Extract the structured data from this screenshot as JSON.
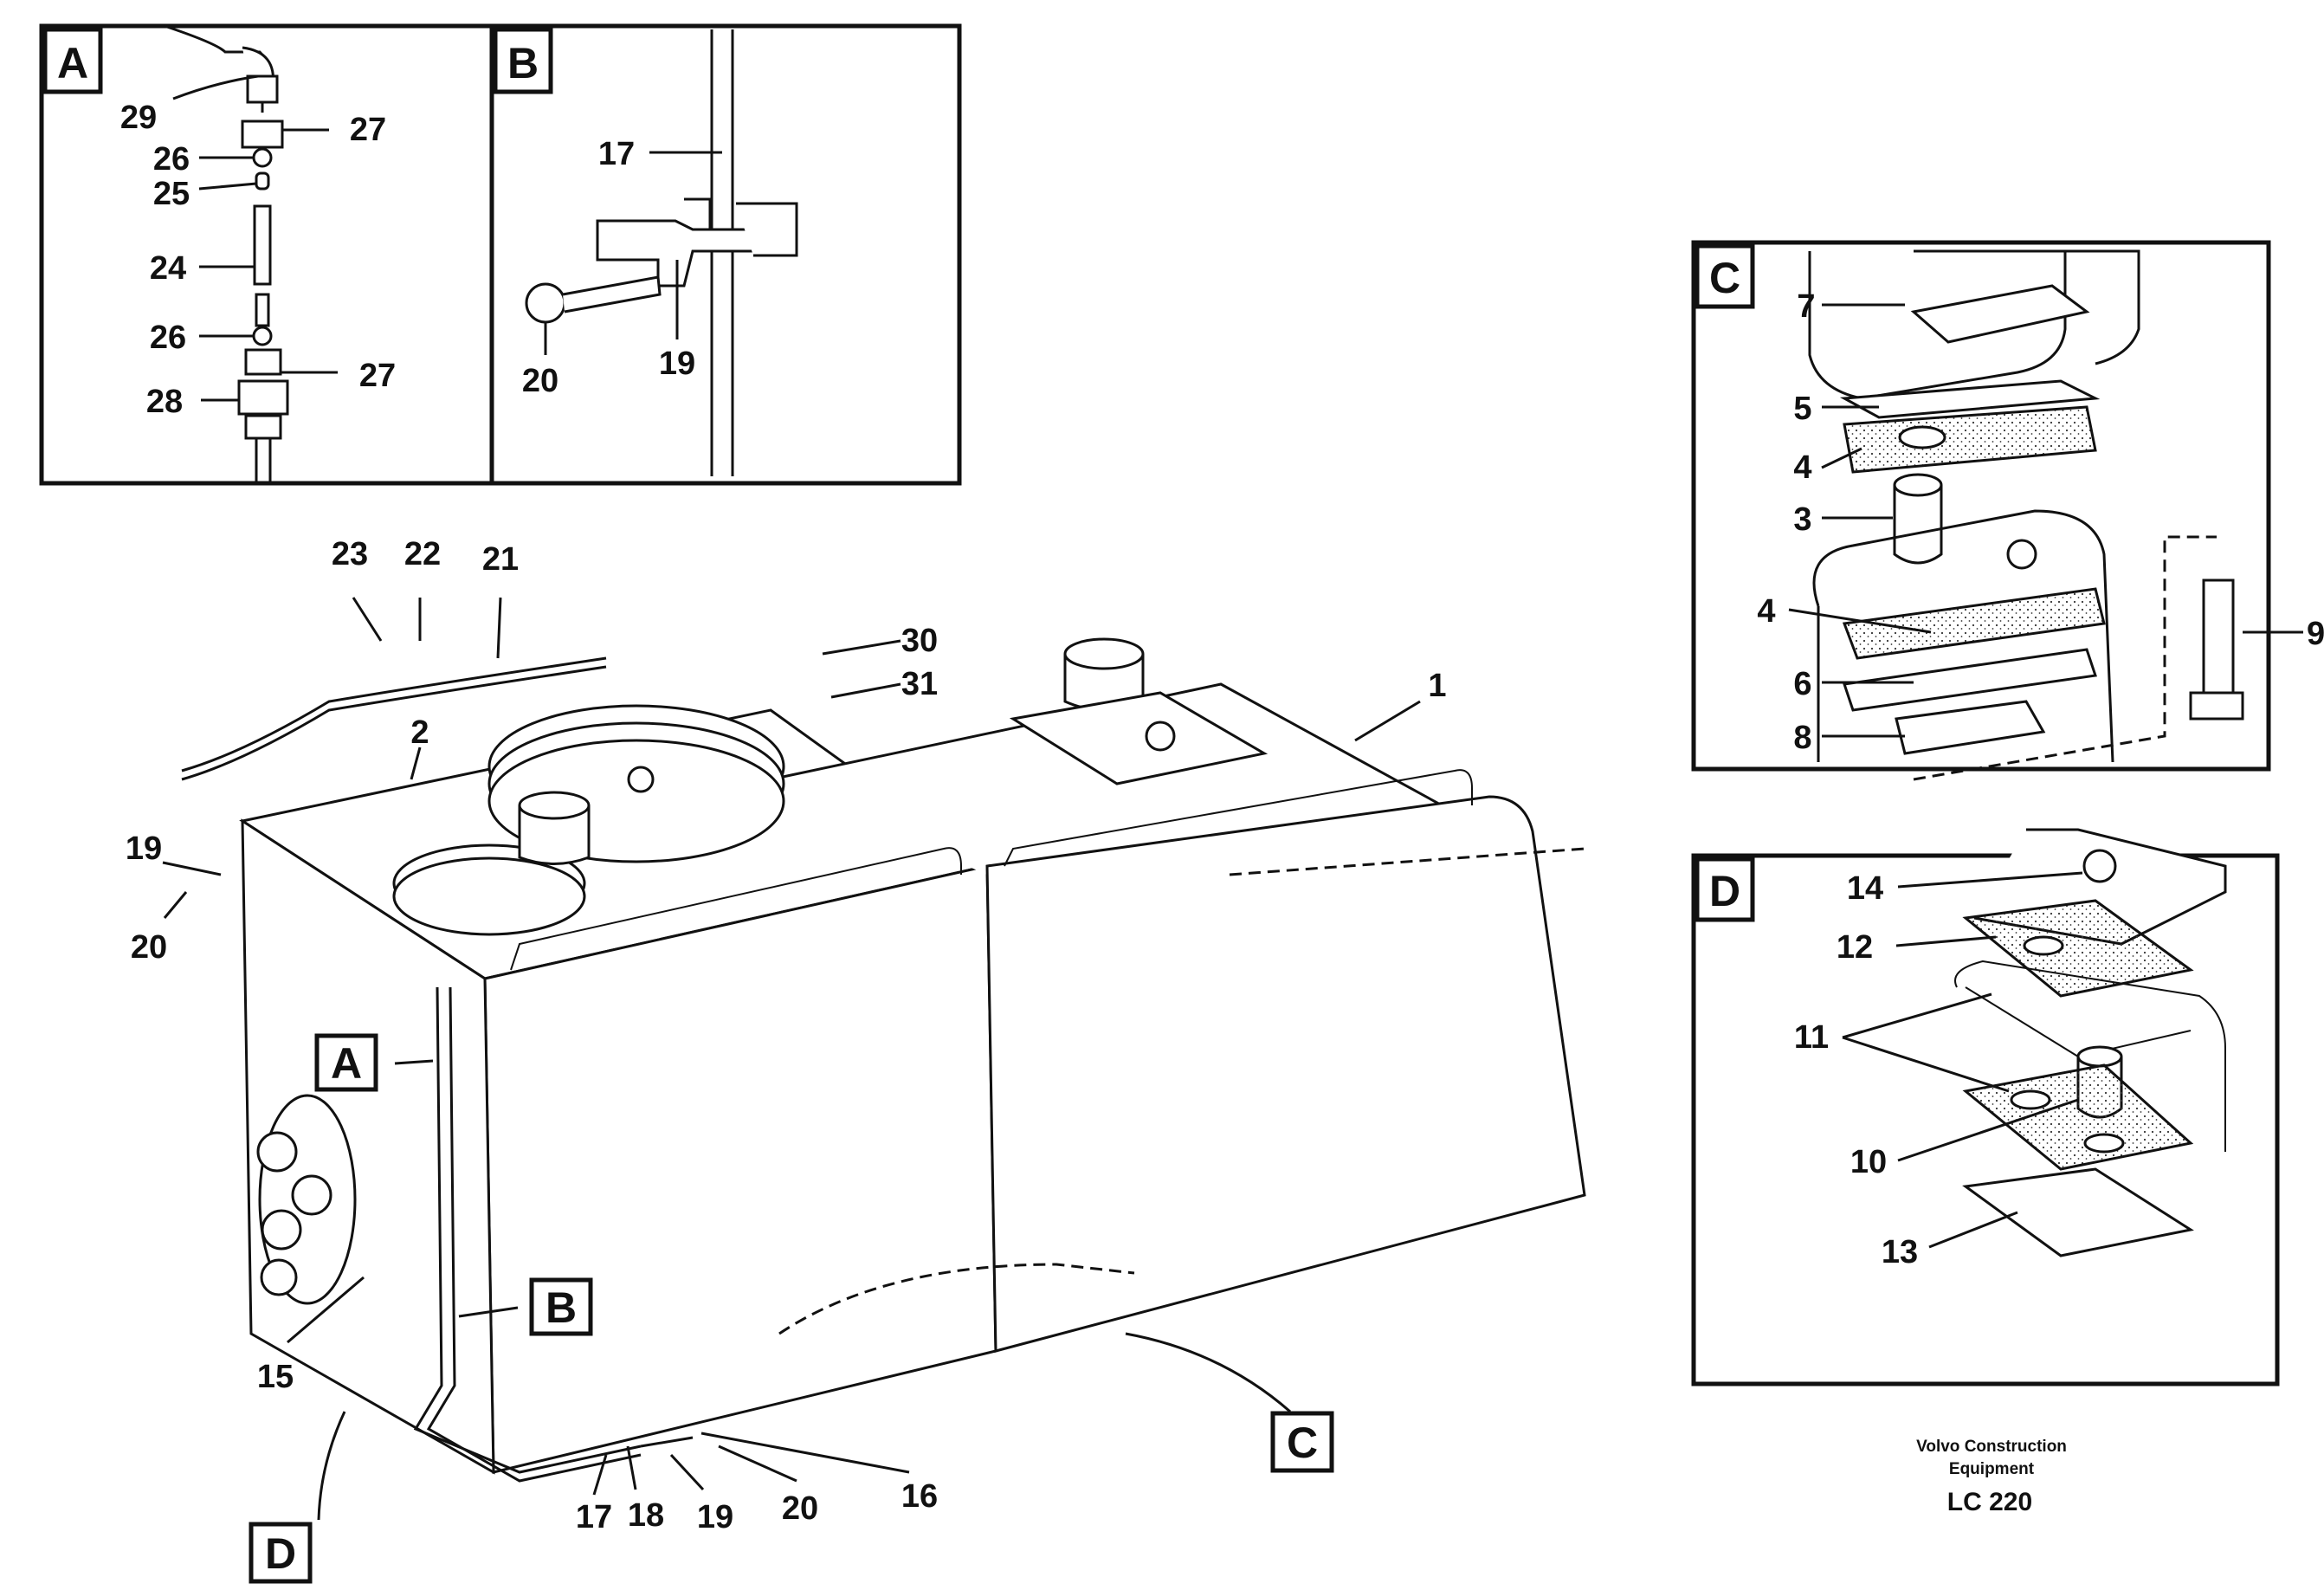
{
  "drawing": {
    "detail_tags": {
      "A": "A",
      "B": "B",
      "C": "C",
      "D": "D"
    },
    "main_view": {
      "callouts": [
        "1",
        "2",
        "15",
        "16",
        "17",
        "18",
        "19",
        "19",
        "20",
        "20",
        "21",
        "22",
        "23",
        "30",
        "31"
      ],
      "section_tags": [
        "A",
        "B",
        "C",
        "D"
      ]
    },
    "detail_a": {
      "callouts": [
        "29",
        "27",
        "26",
        "25",
        "24",
        "26",
        "27",
        "28"
      ]
    },
    "detail_b": {
      "callouts": [
        "17",
        "20",
        "19"
      ]
    },
    "detail_c": {
      "callouts": [
        "7",
        "5",
        "4",
        "3",
        "4",
        "6",
        "8",
        "9"
      ]
    },
    "detail_d": {
      "callouts": [
        "14",
        "12",
        "11",
        "10",
        "13"
      ]
    }
  },
  "footer": {
    "company_line1": "Volvo Construction",
    "company_line2": "Equipment",
    "model": "LC 220"
  }
}
